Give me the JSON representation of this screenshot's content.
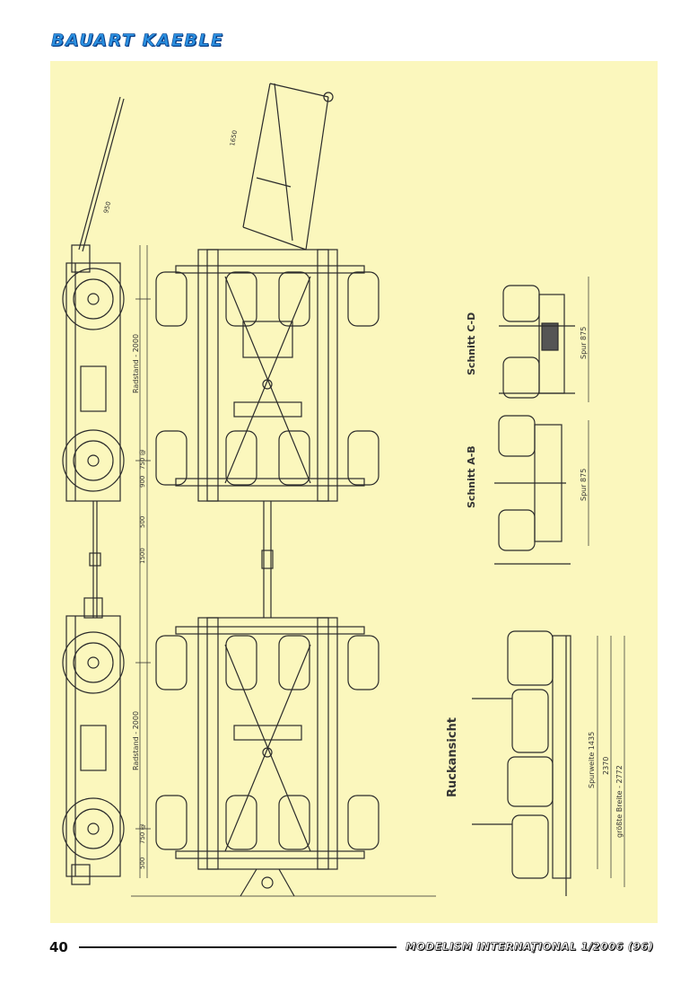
{
  "header": {
    "title": "BAUART KAEBLE"
  },
  "drawing": {
    "labels": {
      "schnitt_cd": "Schnitt C-D",
      "schnitt_ab": "Schnitt A-B",
      "rueckansicht": "Ruckansicht",
      "spur_1": "Spur 875",
      "spur_2": "Spur 875",
      "radstand_top": "Radstand - 2000",
      "radstand_bottom": "Radstand - 2000",
      "spurweite": "Spurweite 1435",
      "groesste_breite": "größte Breite - 2772",
      "dim_2370": "2370",
      "dim_1500": "1500",
      "dim_900": "900",
      "dim_750_a": "750 @",
      "dim_750_b": "750 @",
      "dim_500_a": "500",
      "dim_500_b": "500",
      "dim_950": "950",
      "dim_1650": "1650"
    }
  },
  "footer": {
    "page_number": "40",
    "publication": "MODELISM INTERNAŢIONAL 1/2006 (96)"
  }
}
